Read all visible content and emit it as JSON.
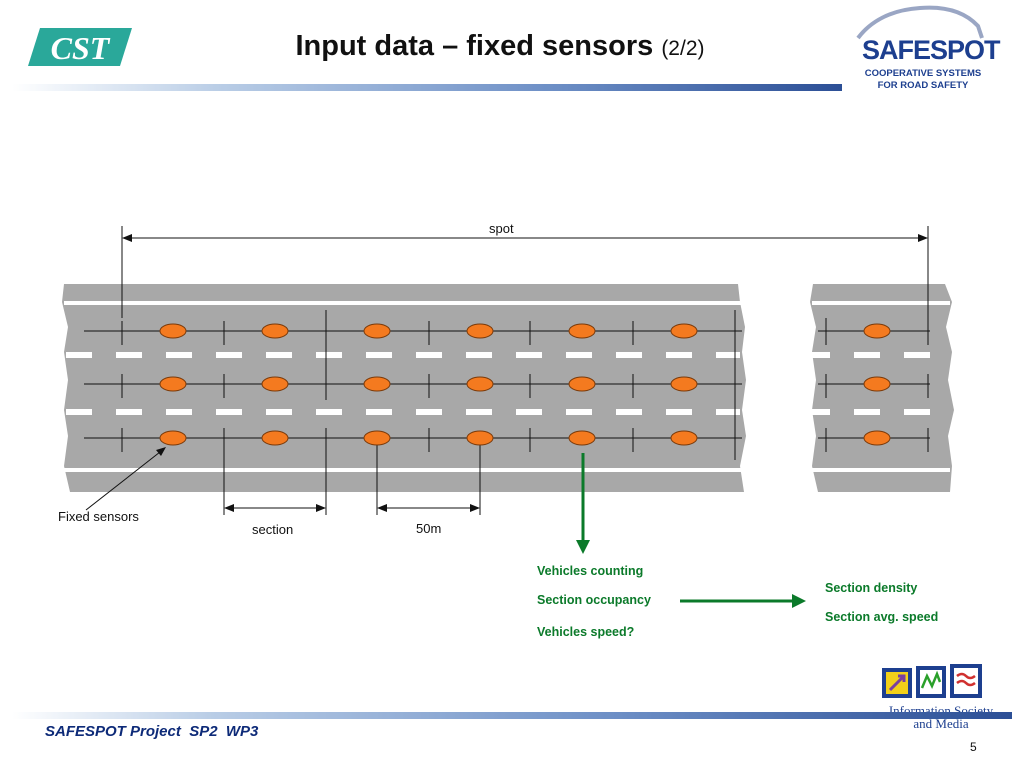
{
  "header": {
    "title": "Input data – fixed sensors",
    "title_suffix": "(2/2)"
  },
  "logos": {
    "left_logo": "csst-logo",
    "right_logo_name": "SAFESPOT",
    "right_logo_tagline_1": "COOPERATIVE SYSTEMS",
    "right_logo_tagline_2": "FOR ROAD SAFETY",
    "bottom_logo_line_1": "Information Society",
    "bottom_logo_line_2": "and Media"
  },
  "diagram": {
    "spot_label": "spot",
    "sensors_label": "Fixed sensors",
    "section_label": "section",
    "distance_label": "50m",
    "sensor_outputs": [
      "Vehicles counting",
      "Section occupancy",
      "Vehicles speed?"
    ],
    "section_outputs": [
      "Section density",
      "Section avg. speed"
    ]
  },
  "colors": {
    "road": "#a8a8a8",
    "sensor": "#f47a1f",
    "arrow": "#0b7a2a",
    "brand_blue": "#1d3f8f"
  },
  "footer": {
    "project": "SAFESPOT Project  SP2  WP3",
    "page": "5"
  }
}
